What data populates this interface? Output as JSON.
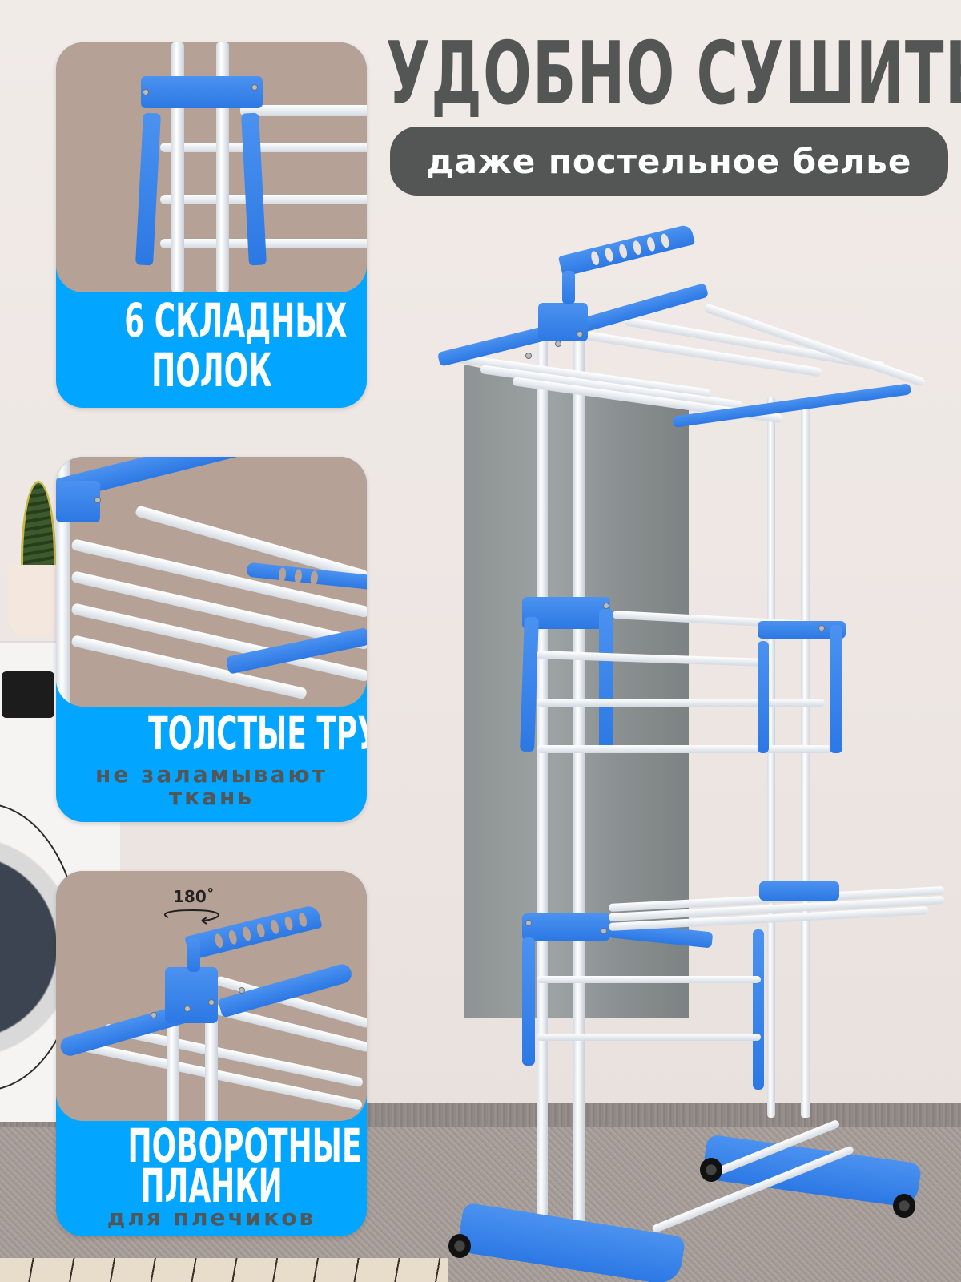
{
  "header": {
    "title": "УДОБНО СУШИТЬ",
    "subtitle": "даже постельное белье"
  },
  "features": [
    {
      "label_line1": "6 СКЛАДНЫХ",
      "label_line2": "ПОЛОК",
      "sub": ""
    },
    {
      "label_line1": "ТОЛСТЫЕ ТРУБКИ",
      "label_line2": "",
      "sub_line1": "не заламывают",
      "sub_line2": "ткань"
    },
    {
      "label_line1": "ПОВОРОТНЫЕ",
      "label_line2": "ПЛАНКИ",
      "sub_line1": "для плечиков",
      "rotation_label": "180˚"
    }
  ],
  "colors": {
    "accent_blue": "#02a5ff",
    "text_gray": "#545655",
    "product_blue": "#3a82ea",
    "background": "#efe8e5"
  }
}
